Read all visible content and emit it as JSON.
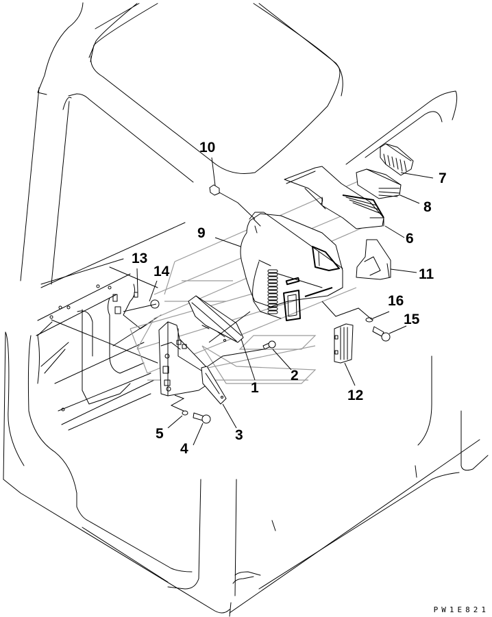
{
  "diagram": {
    "title": "Cab interior - air duct / vent parts exploded view",
    "drawing_code": "PW1E821",
    "line_color": "#000000",
    "ghost_line_color": "#9a9a9a",
    "background": "#ffffff",
    "callouts": [
      {
        "id": "1",
        "label": "1"
      },
      {
        "id": "2",
        "label": "2"
      },
      {
        "id": "3",
        "label": "3"
      },
      {
        "id": "4",
        "label": "4"
      },
      {
        "id": "5",
        "label": "5"
      },
      {
        "id": "6",
        "label": "6"
      },
      {
        "id": "7",
        "label": "7"
      },
      {
        "id": "8",
        "label": "8"
      },
      {
        "id": "9",
        "label": "9"
      },
      {
        "id": "10",
        "label": "10"
      },
      {
        "id": "11",
        "label": "11"
      },
      {
        "id": "12",
        "label": "12"
      },
      {
        "id": "13",
        "label": "13"
      },
      {
        "id": "14",
        "label": "14"
      },
      {
        "id": "15",
        "label": "15"
      },
      {
        "id": "16",
        "label": "16"
      }
    ],
    "parts": [
      {
        "id": "1",
        "name": "duct"
      },
      {
        "id": "2",
        "name": "bolt"
      },
      {
        "id": "3",
        "name": "bracket"
      },
      {
        "id": "4",
        "name": "bolt"
      },
      {
        "id": "5",
        "name": "washer"
      },
      {
        "id": "6",
        "name": "duct"
      },
      {
        "id": "7",
        "name": "louver"
      },
      {
        "id": "8",
        "name": "grille"
      },
      {
        "id": "9",
        "name": "cover"
      },
      {
        "id": "10",
        "name": "clip"
      },
      {
        "id": "11",
        "name": "vent"
      },
      {
        "id": "12",
        "name": "louver"
      },
      {
        "id": "13",
        "name": "clip"
      },
      {
        "id": "14",
        "name": "clip"
      },
      {
        "id": "15",
        "name": "bolt"
      },
      {
        "id": "16",
        "name": "washer"
      }
    ]
  }
}
